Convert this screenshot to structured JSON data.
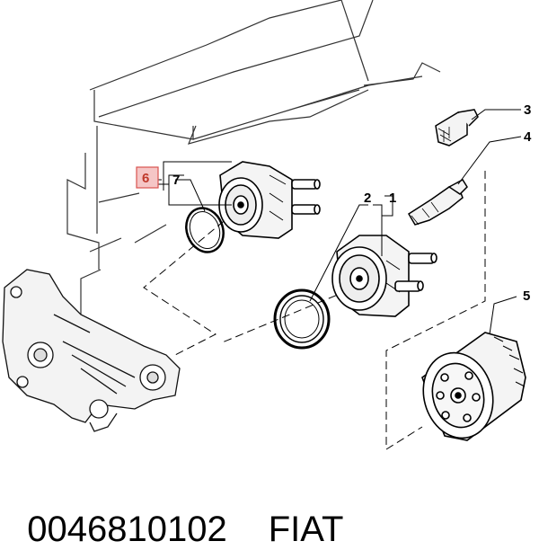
{
  "diagram": {
    "callouts": [
      {
        "id": "1",
        "label": "1"
      },
      {
        "id": "2",
        "label": "2"
      },
      {
        "id": "3",
        "label": "3"
      },
      {
        "id": "4",
        "label": "4"
      },
      {
        "id": "5",
        "label": "5"
      },
      {
        "id": "6",
        "label": "6"
      },
      {
        "id": "7",
        "label": "7"
      }
    ],
    "highlighted_callout": "6",
    "colors": {
      "highlight_fill": "#f5c6c6",
      "highlight_border": "#d9534f",
      "highlight_text": "#c0392b",
      "line": "#000000",
      "engine_outline": "#333333"
    }
  },
  "caption": {
    "part_number": "0046810102",
    "brand": "FIAT"
  }
}
